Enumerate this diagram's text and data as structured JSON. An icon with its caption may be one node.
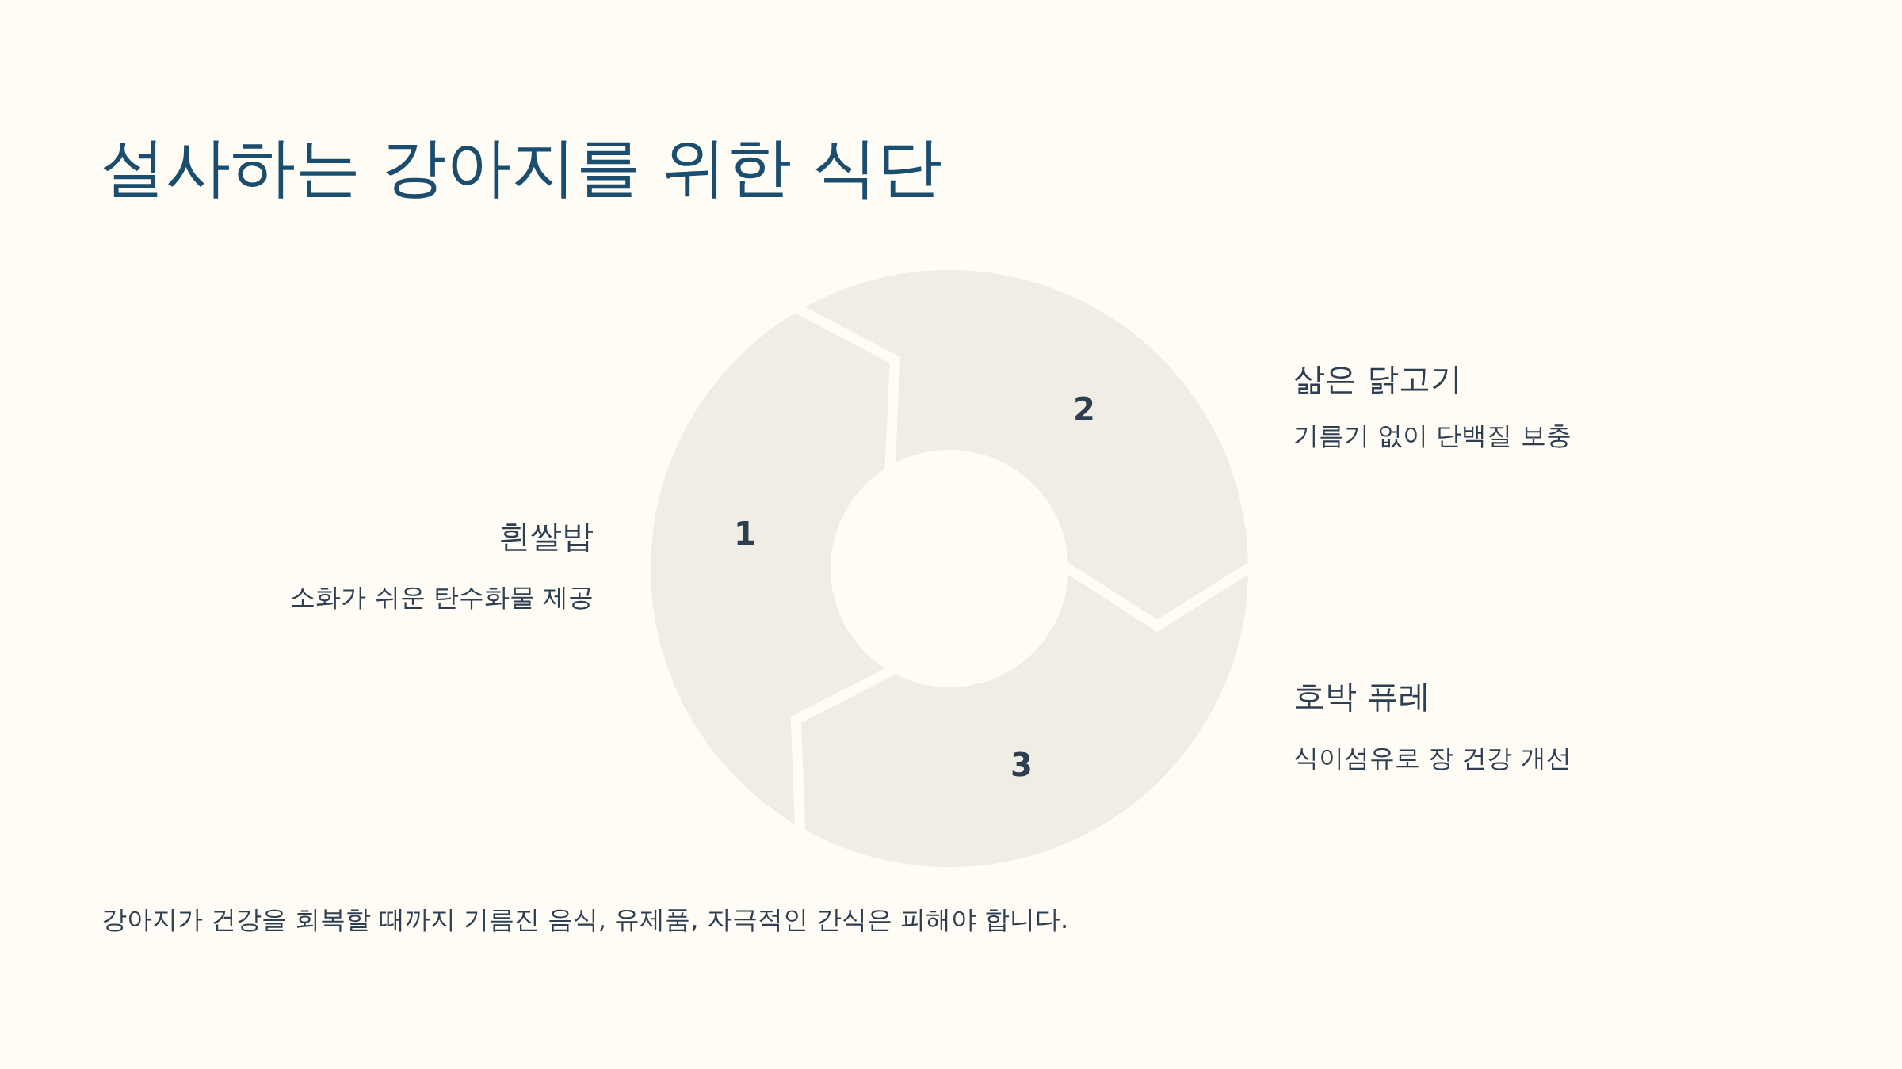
{
  "diagram": {
    "title": "설사하는 강아지를 위한 식단",
    "nodes": [
      {
        "text": [
          "1"
        ],
        "beside": [
          "흰쌀밥",
          "소화가 쉬운 탄수화물 제공"
        ]
      },
      {
        "text": [
          "2"
        ],
        "beside": [
          "삶은 닭고기",
          "기름기 없이 단백질 보충"
        ]
      },
      {
        "text": [
          "3"
        ],
        "beside": [
          "호박 퓨레",
          "식이섬유로 장 건강 개선"
        ]
      }
    ],
    "caption": "강아지가 건강을 회복할 때까지 기름진 음식, 유제품, 자극적인 간식은 피해야 합니다."
  }
}
